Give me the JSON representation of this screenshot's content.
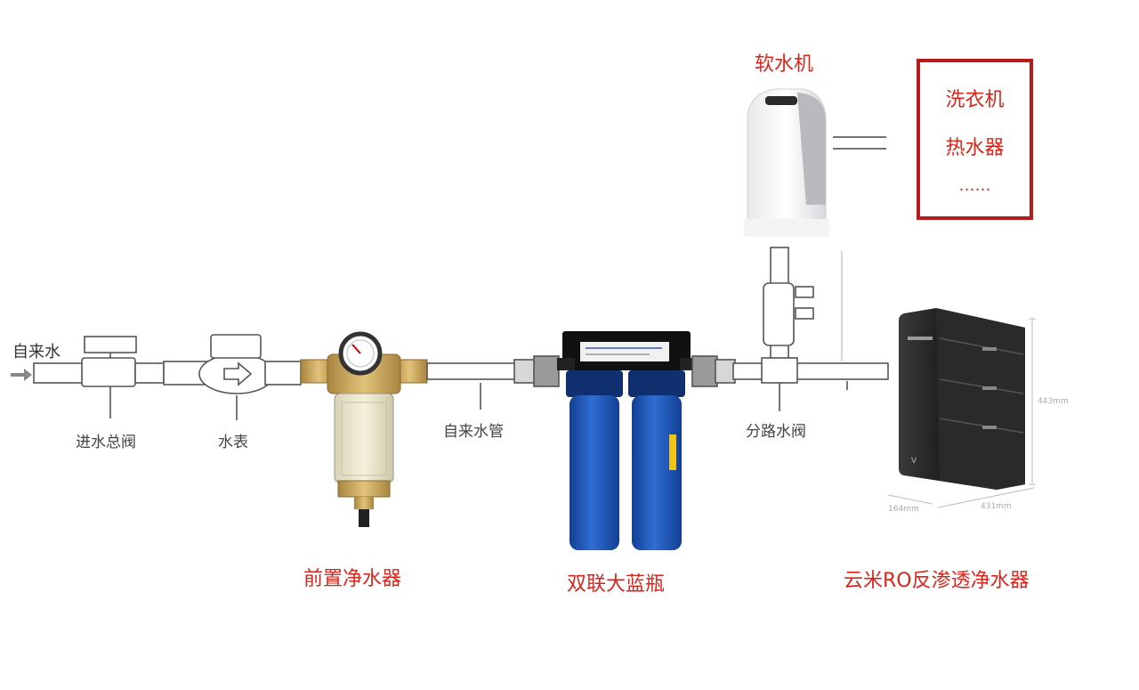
{
  "labels": {
    "tap_water": "自来水",
    "main_valve": "进水总阀",
    "water_meter": "水表",
    "tap_pipe": "自来水管",
    "branch_valve": "分路水阀",
    "pre_filter": "前置净水器",
    "big_blue": "双联大蓝瓶",
    "ro_purifier": "云米RO反渗透净水器",
    "softener": "软水机"
  },
  "appliances": {
    "washer": "洗衣机",
    "heater": "热水器",
    "more": "……"
  },
  "dimensions": {
    "height": "443mm",
    "depth": "164mm",
    "width": "431mm"
  },
  "colors": {
    "label_red": "#d9261c",
    "box_red": "#b71c1c",
    "pipe_gray": "#555555",
    "brass": "#c9a35a",
    "blue_bottle": "#1f57b8",
    "ro_body": "#1e1e1e"
  }
}
